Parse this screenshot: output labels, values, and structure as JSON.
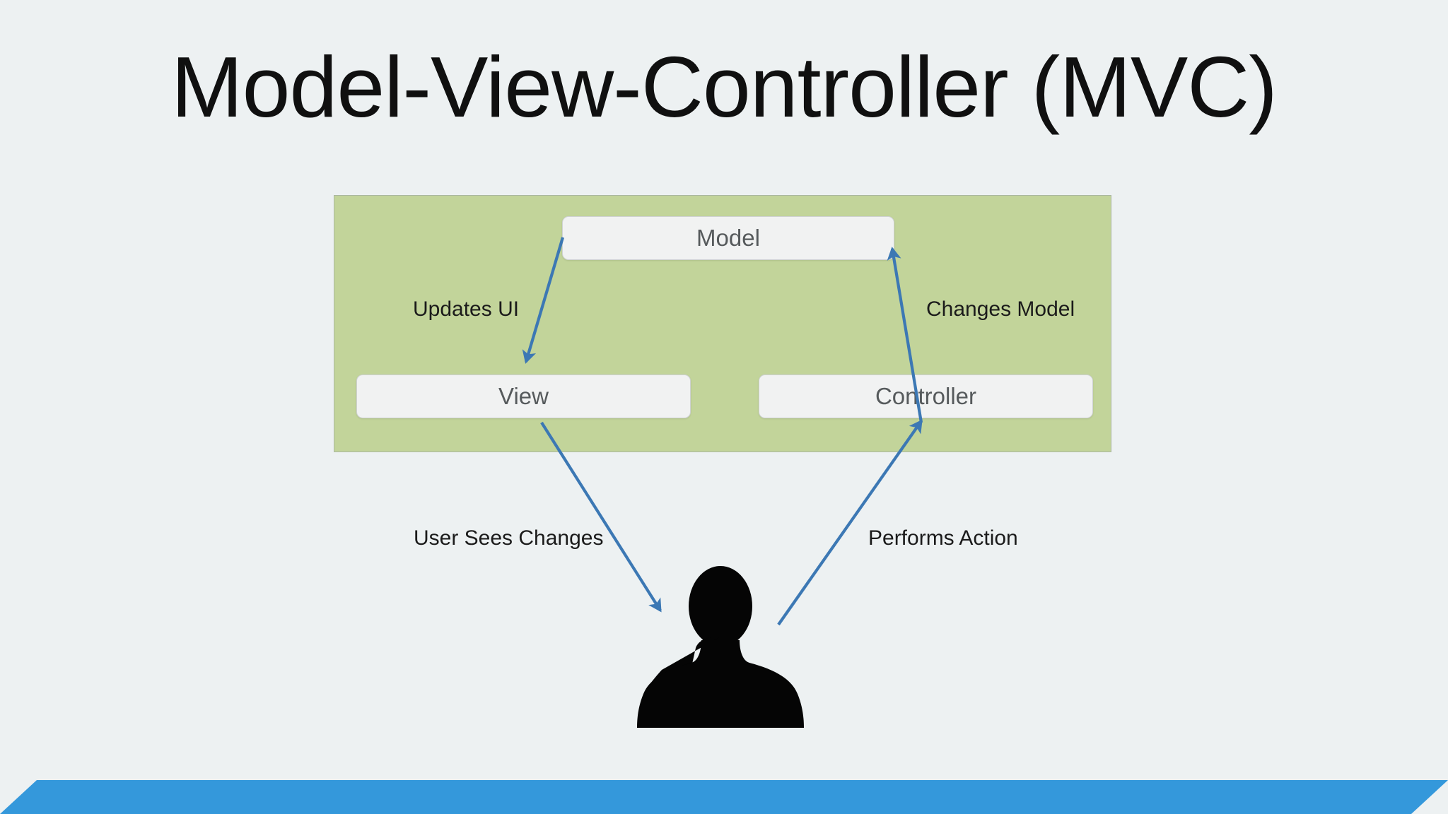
{
  "slide": {
    "title": "Model-View-Controller (MVC)",
    "background_color": "#edf1f2"
  },
  "panel": {
    "name": "mvc-group",
    "fill_color": "#c2d49a",
    "border_color": "#aab7a0"
  },
  "nodes": [
    {
      "id": "model",
      "label": "Model",
      "fill_color": "#f1f2f2",
      "text_color": "#565a5c"
    },
    {
      "id": "view",
      "label": "View",
      "fill_color": "#f1f2f2",
      "text_color": "#565a5c"
    },
    {
      "id": "controller",
      "label": "Controller",
      "fill_color": "#f1f2f2",
      "text_color": "#565a5c"
    }
  ],
  "actor": {
    "id": "user",
    "icon": "person-silhouette-icon",
    "color": "#050505"
  },
  "edges": [
    {
      "id": "model-to-view",
      "label": "Updates UI",
      "from": "model",
      "to": "view",
      "color": "#3c78b4"
    },
    {
      "id": "controller-to-model",
      "label": "Changes Model",
      "from": "controller",
      "to": "model",
      "color": "#3c78b4"
    },
    {
      "id": "view-to-user",
      "label": "User Sees Changes",
      "from": "view",
      "to": "user",
      "color": "#3c78b4"
    },
    {
      "id": "user-to-controller",
      "label": "Performs Action",
      "from": "user",
      "to": "controller",
      "color": "#3c78b4"
    }
  ],
  "footer": {
    "name": "accent-bar",
    "color": "#3498db"
  }
}
